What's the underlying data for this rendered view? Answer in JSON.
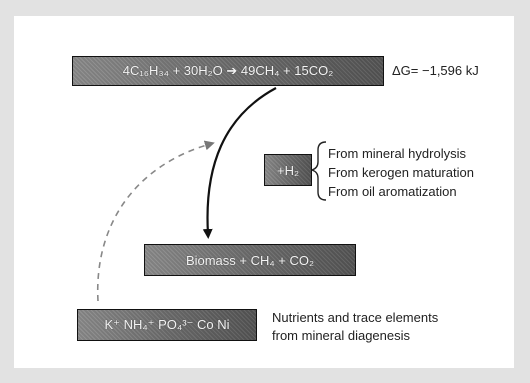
{
  "equation": {
    "reactants": "4C₁₆H₃₄ + 30H₂O ➔ 49CH₄ + 15CO₂",
    "delta_g": "ΔG= −1,596 kJ"
  },
  "hydrogen": {
    "label": "+H₂",
    "sources": [
      "From mineral hydrolysis",
      "From kerogen maturation",
      "From oil aromatization"
    ]
  },
  "products": {
    "label": "Biomass + CH₄ + CO₂"
  },
  "nutrients": {
    "label": "K⁺ NH₄⁺ PO₄³⁻ Co Ni",
    "description_line1": "Nutrients and trace elements",
    "description_line2": "from mineral diagenesis"
  }
}
